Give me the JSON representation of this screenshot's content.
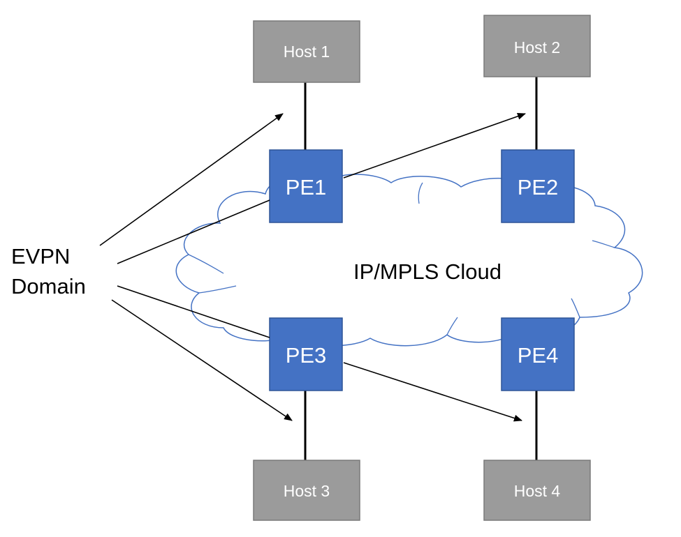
{
  "diagram": {
    "evpn_label": [
      "EVPN",
      "Domain"
    ],
    "cloud_label": "IP/MPLS Cloud",
    "hosts": [
      {
        "id": "host-1",
        "label": "Host 1"
      },
      {
        "id": "host-2",
        "label": "Host 2"
      },
      {
        "id": "host-3",
        "label": "Host 3"
      },
      {
        "id": "host-4",
        "label": "Host 4"
      }
    ],
    "pes": [
      {
        "id": "pe1",
        "label": "PE1"
      },
      {
        "id": "pe2",
        "label": "PE2"
      },
      {
        "id": "pe3",
        "label": "PE3"
      },
      {
        "id": "pe4",
        "label": "PE4"
      }
    ],
    "colors": {
      "host_fill": "#9b9b9b",
      "host_stroke": "#7a7a7a",
      "pe_fill": "#4472c4",
      "pe_stroke": "#2f5597",
      "cloud_stroke": "#4472c4",
      "line": "#000000"
    }
  }
}
